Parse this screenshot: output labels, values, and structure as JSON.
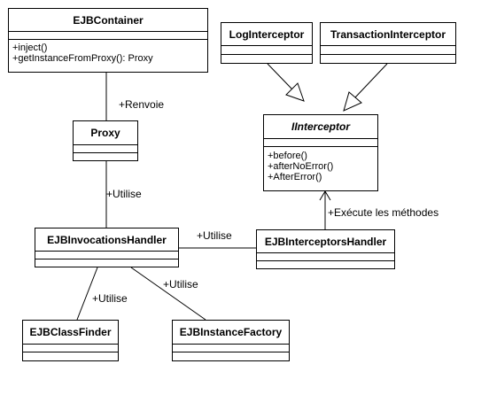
{
  "classes": {
    "ejb_container": {
      "name": "EJBContainer",
      "methods": [
        "+inject()",
        "+getInstanceFromProxy(): Proxy"
      ]
    },
    "log_interceptor": {
      "name": "LogInterceptor"
    },
    "transaction_interceptor": {
      "name": "TransactionInterceptor"
    },
    "iinterceptor": {
      "name": "IInterceptor",
      "methods": [
        "+before()",
        "+afterNoError()",
        "+AfterError()"
      ]
    },
    "proxy": {
      "name": "Proxy"
    },
    "ejb_invocations_handler": {
      "name": "EJBInvocationsHandler"
    },
    "ejb_interceptors_handler": {
      "name": "EJBInterceptorsHandler"
    },
    "ejb_class_finder": {
      "name": "EJBClassFinder"
    },
    "ejb_instance_factory": {
      "name": "EJBInstanceFactory"
    }
  },
  "relations": {
    "container_proxy": "+Renvoie",
    "proxy_invocations": "+Utilise",
    "invocations_interceptors": "+Utilise",
    "interceptors_iinterceptor": "+Exécute les méthodes",
    "invocations_classfinder": "+Utilise",
    "invocations_factory": "+Utilise"
  }
}
